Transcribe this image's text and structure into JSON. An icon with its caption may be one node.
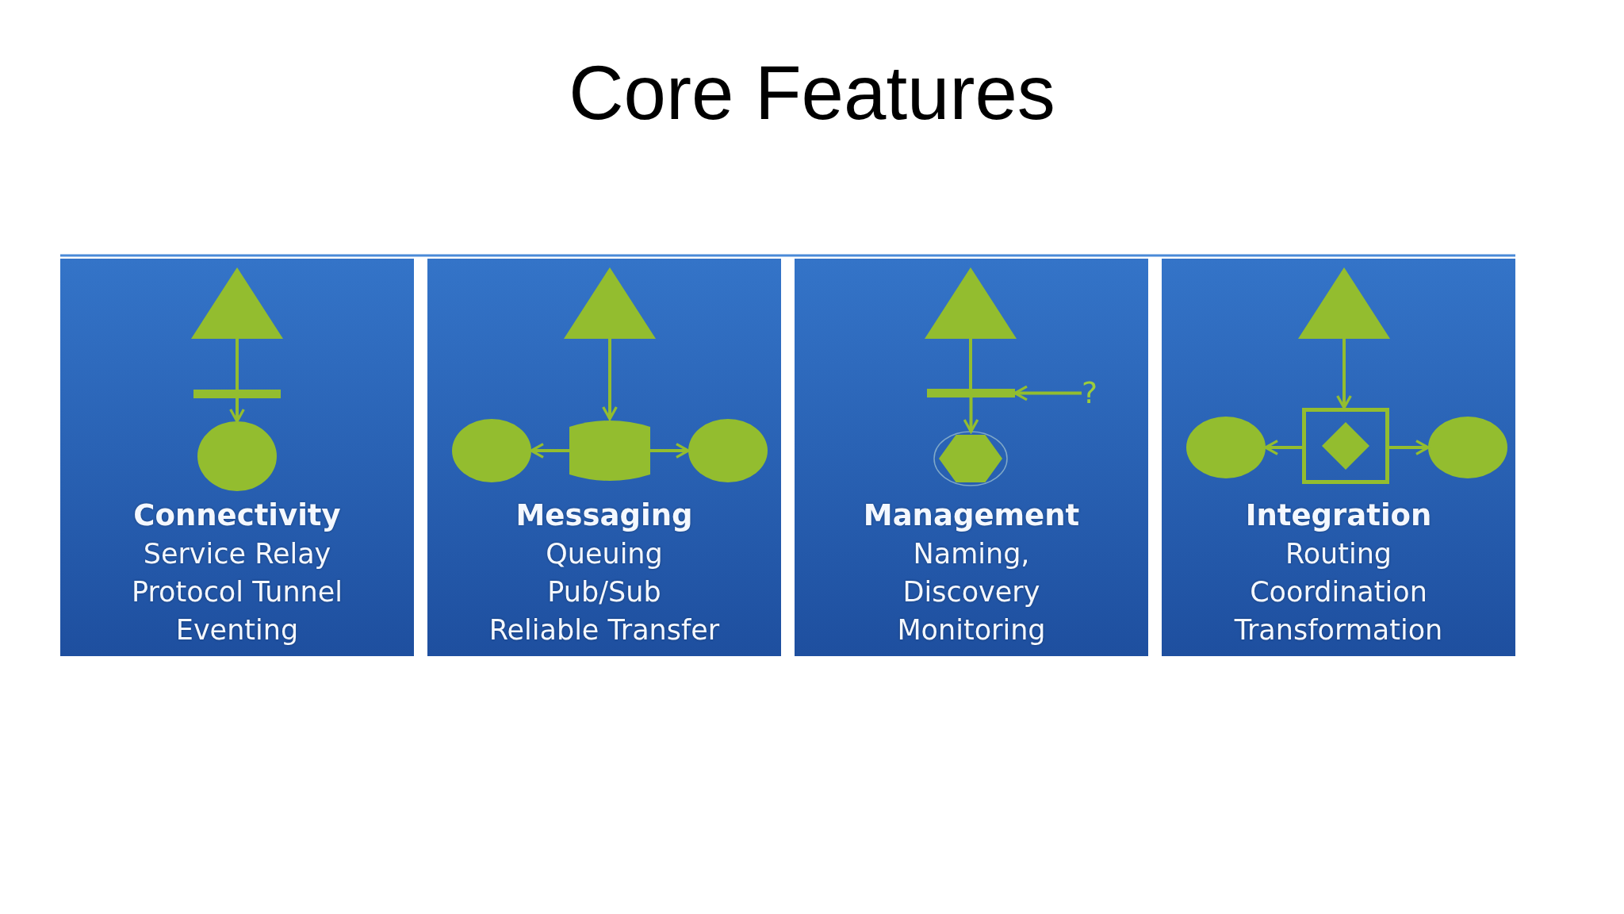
{
  "diagram": {
    "title": "Core Features",
    "nodes": [
      {
        "text": [
          "Connectivity",
          "Service Relay",
          "Protocol Tunnel",
          "Eventing"
        ]
      },
      {
        "text": [],
        "shape": "triangle",
        "in": 0
      },
      {
        "text": [],
        "shape": "bar",
        "in": 0
      },
      {
        "text": [],
        "shape": "circle",
        "in": 0
      },
      {
        "text": [
          "Messaging",
          "Queuing",
          "Pub/Sub",
          "Reliable Transfer"
        ]
      },
      {
        "text": [],
        "shape": "triangle",
        "in": 4
      },
      {
        "text": [],
        "shape": "circle",
        "in": 4
      },
      {
        "text": [],
        "shape": "cylinder",
        "in": 4
      },
      {
        "text": [],
        "shape": "circle",
        "in": 4
      },
      {
        "text": [
          "Management",
          "Naming,",
          "Discovery",
          "Monitoring"
        ]
      },
      {
        "text": [],
        "shape": "triangle",
        "in": 9
      },
      {
        "text": [],
        "shape": "bar",
        "in": 9
      },
      {
        "text": [
          "?"
        ],
        "in": 9
      },
      {
        "text": [],
        "shape": "hexagon",
        "in": 9
      },
      {
        "text": [
          "Integration",
          "Routing",
          "Coordination",
          "Transformation"
        ]
      },
      {
        "text": [],
        "shape": "triangle",
        "in": 14
      },
      {
        "text": [],
        "shape": "circle",
        "in": 14
      },
      {
        "text": [],
        "shape": "box",
        "in": 14
      },
      {
        "text": [],
        "shape": "diamond",
        "in": 17
      },
      {
        "text": [],
        "shape": "circle",
        "in": 14
      }
    ],
    "edges": [
      {
        "from": 1,
        "to": 2,
        "arrow": "none"
      },
      {
        "from": 2,
        "to": 3,
        "arrow": "to"
      },
      {
        "from": 5,
        "to": 7,
        "arrow": "to"
      },
      {
        "from": 7,
        "to": 6,
        "arrow": "to"
      },
      {
        "from": 7,
        "to": 8,
        "arrow": "to"
      },
      {
        "from": 10,
        "to": 11,
        "arrow": "none"
      },
      {
        "from": 11,
        "to": 13,
        "arrow": "to"
      },
      {
        "from": 12,
        "to": 11,
        "arrow": "to"
      },
      {
        "from": 15,
        "to": 17,
        "arrow": "to"
      },
      {
        "from": 17,
        "to": 16,
        "arrow": "to"
      },
      {
        "from": 17,
        "to": 19,
        "arrow": "to"
      }
    ]
  }
}
